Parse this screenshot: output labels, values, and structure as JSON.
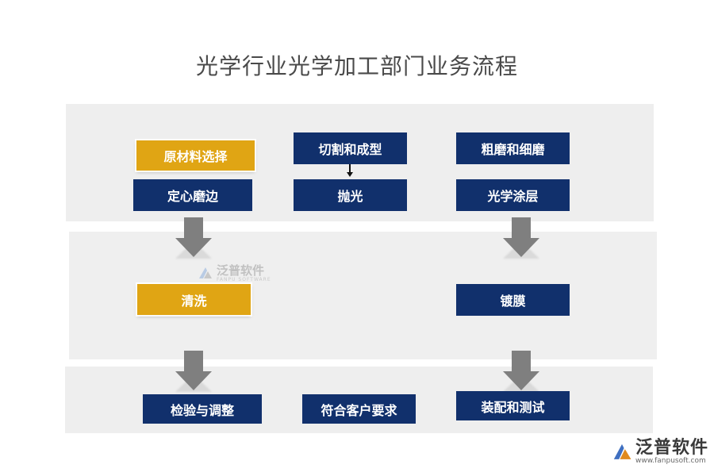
{
  "title": "光学行业光学加工部门业务流程",
  "boxes": {
    "raw_material": "原材料选择",
    "centering": "定心磨边",
    "cutting": "切割和成型",
    "polishing": "抛光",
    "grinding": "粗磨和细磨",
    "coating": "光学涂层",
    "cleaning": "清洗",
    "plating": "镀膜",
    "inspection": "检验与调整",
    "requirements": "符合客户要求",
    "assembly": "装配和测试"
  },
  "watermark": {
    "name": "泛普软件",
    "sub_center": "FANPU SOFTWARE",
    "url": "www.fanpusoft.com"
  },
  "colors": {
    "navy": "#11306c",
    "gold": "#e0a514",
    "panel": "#eeeeee",
    "arrow": "#7f7f7f"
  }
}
